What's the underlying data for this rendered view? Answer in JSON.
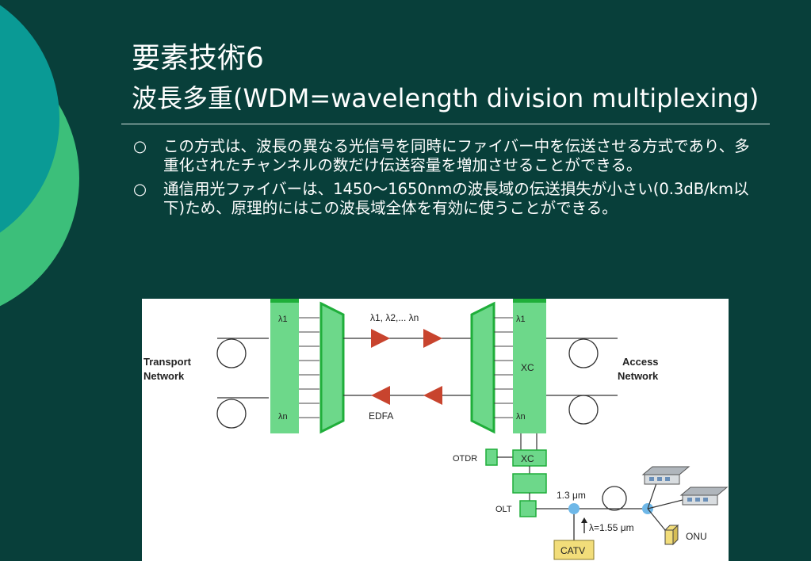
{
  "slide": {
    "title_line1": "要素技術6",
    "title_line2": "波長多重(WDM=wavelength division multiplexing)",
    "bullet_symbol": "○",
    "bullets": [
      "この方式は、波長の異なる光信号を同時にファイバー中を伝送させる方式であり、多重化されたチャンネルの数だけ伝送容量を増加させることができる。",
      "通信用光ファイバーは、1450～1650nmの波長域の伝送損失が小さい(0.3dB/km以下)ため、原理的にはこの波長域全体を有効に使うことができる。"
    ]
  },
  "diagram": {
    "transport_label_1": "Transport",
    "transport_label_2": "Network",
    "access_label_1": "Access",
    "access_label_2": "Network",
    "mux_lambda1": "λ1",
    "mux_lambdan": "λn",
    "channels_label": "λ1, λ2,... λn",
    "edfa_label": "EDFA",
    "oxc_lambda1": "λ1",
    "oxc_xc": "XC",
    "oxc_lambdan": "λn",
    "otdr_label": "OTDR",
    "xc_label": "XC",
    "olt_label": "OLT",
    "wavelength_13": "1.3 μm",
    "wavelength_155": "λ=1.55 μm",
    "onu_label": "ONU",
    "catv_label": "CATV"
  },
  "colors": {
    "background": "#083f3a",
    "deco_teal": "#0a9a95",
    "deco_green": "#3cbf7a",
    "component_green": "#6dd88a",
    "component_edge": "#1fae3a",
    "amplifier_red": "#c8442e",
    "splitter_blue": "#6fb8e8",
    "catv_yellow": "#f2dd7a"
  }
}
